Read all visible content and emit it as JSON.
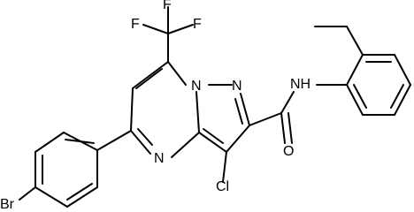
{
  "diagram": {
    "type": "chemical-structure",
    "line_color": "#000000",
    "background_color": "#ffffff"
  },
  "atom_labels": {
    "f_top": "F",
    "f_left": "F",
    "f_right": "F",
    "n_bridge": "N",
    "n_pyrazole": "N",
    "n_pyrimidine": "N",
    "nh": "NH",
    "o": "O",
    "cl": "Cl",
    "br": "Br"
  }
}
